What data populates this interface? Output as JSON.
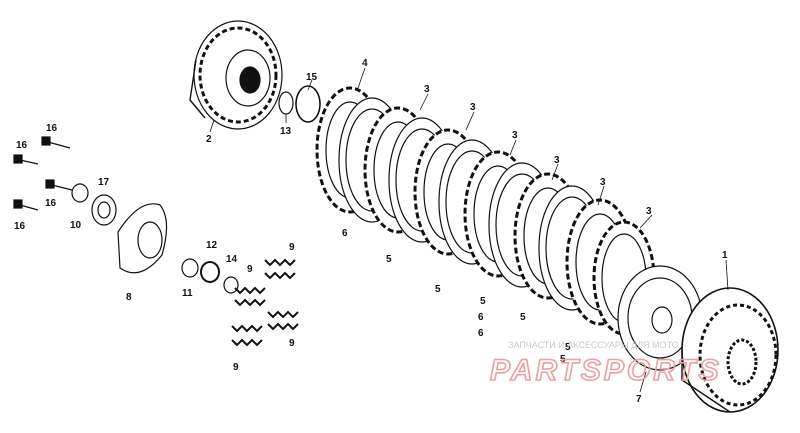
{
  "diagram": {
    "callouts": {
      "c1": "1",
      "c2": "2",
      "c3a": "3",
      "c3b": "3",
      "c3c": "3",
      "c3d": "3",
      "c3e": "3",
      "c3f": "3",
      "c4": "4",
      "c5a": "5",
      "c5b": "5",
      "c5c": "5",
      "c5d": "5",
      "c5e": "5",
      "c5f": "5",
      "c6a": "6",
      "c6b": "6",
      "c6c": "6",
      "c7": "7",
      "c8": "8",
      "c9a": "9",
      "c9b": "9",
      "c9c": "9",
      "c9d": "9",
      "c10": "10",
      "c11": "11",
      "c12": "12",
      "c13": "13",
      "c14": "14",
      "c15": "15",
      "c16a": "16",
      "c16b": "16",
      "c16c": "16",
      "c16d": "16",
      "c17": "17"
    }
  },
  "watermark": {
    "line1": "ЗАПЧАСТИ И АКСЕССУАРЫ ДЛЯ МОТО",
    "brand": "PARTSPORTS",
    "color": "#e9a0a0"
  }
}
